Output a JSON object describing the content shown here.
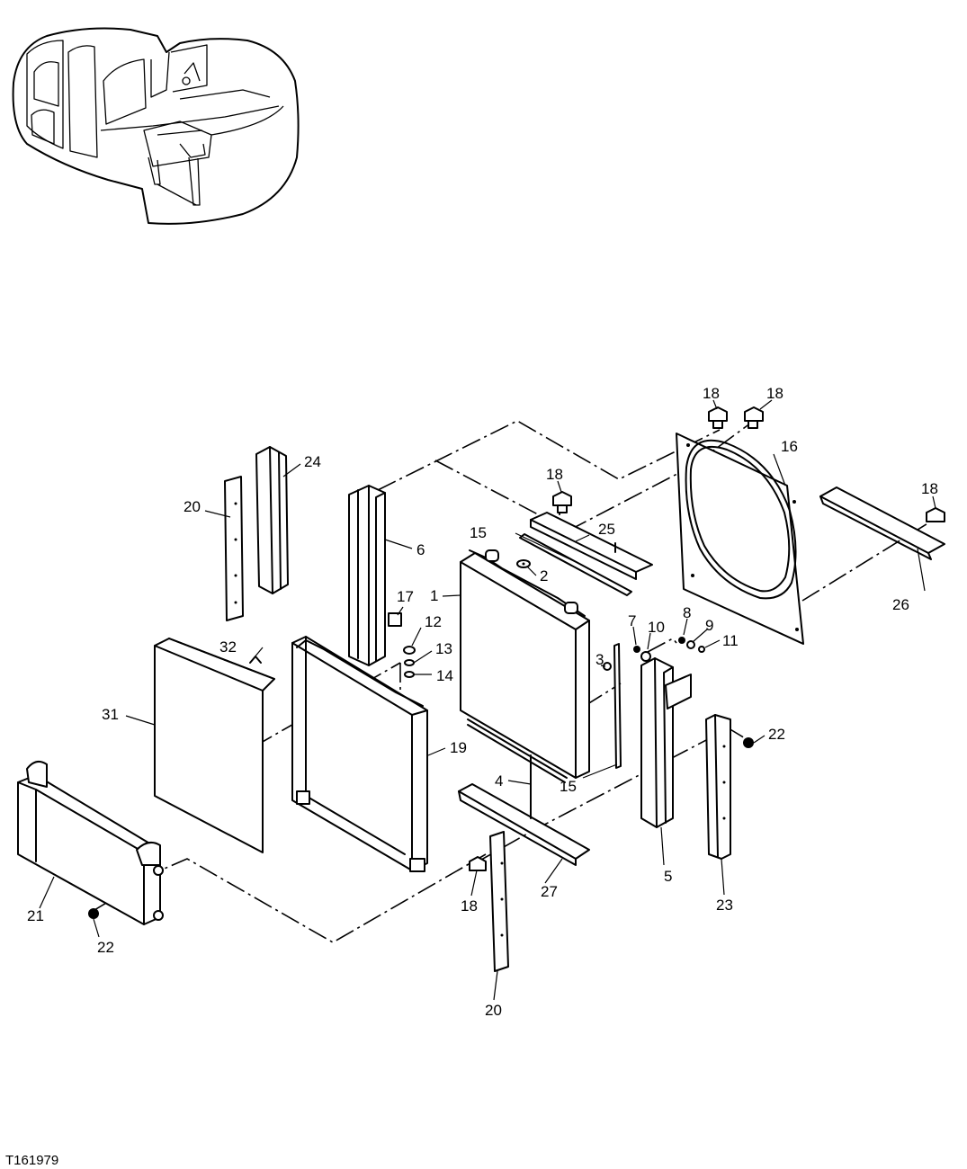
{
  "figure_id": "T161979",
  "callouts": [
    {
      "id": "c1",
      "text": "1"
    },
    {
      "id": "c2",
      "text": "2"
    },
    {
      "id": "c3",
      "text": "3"
    },
    {
      "id": "c4",
      "text": "4"
    },
    {
      "id": "c5",
      "text": "5"
    },
    {
      "id": "c6",
      "text": "6"
    },
    {
      "id": "c7",
      "text": "7"
    },
    {
      "id": "c8",
      "text": "8"
    },
    {
      "id": "c9",
      "text": "9"
    },
    {
      "id": "c10",
      "text": "10"
    },
    {
      "id": "c11",
      "text": "11"
    },
    {
      "id": "c12",
      "text": "12"
    },
    {
      "id": "c13",
      "text": "13"
    },
    {
      "id": "c14",
      "text": "14"
    },
    {
      "id": "c15a",
      "text": "15"
    },
    {
      "id": "c15b",
      "text": "15"
    },
    {
      "id": "c16",
      "text": "16"
    },
    {
      "id": "c17",
      "text": "17"
    },
    {
      "id": "c18a",
      "text": "18"
    },
    {
      "id": "c18b",
      "text": "18"
    },
    {
      "id": "c18c",
      "text": "18"
    },
    {
      "id": "c18d",
      "text": "18"
    },
    {
      "id": "c18e",
      "text": "18"
    },
    {
      "id": "c19",
      "text": "19"
    },
    {
      "id": "c20a",
      "text": "20"
    },
    {
      "id": "c20b",
      "text": "20"
    },
    {
      "id": "c21",
      "text": "21"
    },
    {
      "id": "c22a",
      "text": "22"
    },
    {
      "id": "c22b",
      "text": "22"
    },
    {
      "id": "c23",
      "text": "23"
    },
    {
      "id": "c24",
      "text": "24"
    },
    {
      "id": "c25",
      "text": "25"
    },
    {
      "id": "c26",
      "text": "26"
    },
    {
      "id": "c27",
      "text": "27"
    },
    {
      "id": "c31",
      "text": "31"
    },
    {
      "id": "c32",
      "text": "32"
    }
  ]
}
